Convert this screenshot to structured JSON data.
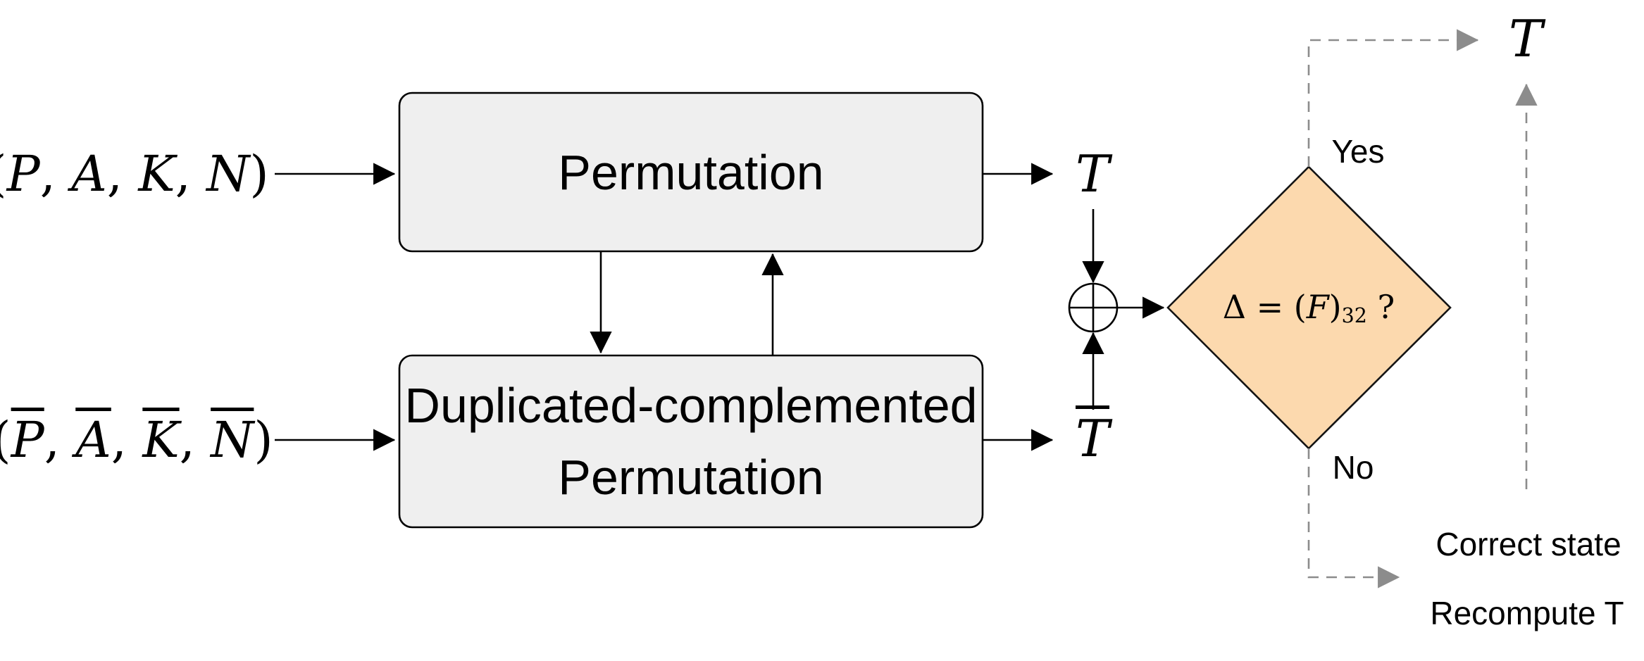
{
  "colors": {
    "box_fill": "#efefef",
    "box_stroke": "#000000",
    "diamond_fill": "#fcd9ae",
    "diamond_stroke": "#141414",
    "dashed_stroke": "#8c8c8c",
    "line_stroke": "#000000",
    "xor_fill": "#ffffff"
  },
  "nodes": {
    "permutation_box": {
      "label": "Permutation"
    },
    "dup_box": {
      "label_line1": "Duplicated-complemented",
      "label_line2": "Permutation"
    },
    "decision": {
      "tokens": [
        {
          "t": "Δ"
        },
        {
          "t": " = ("
        },
        {
          "t": "F",
          "it": true
        },
        {
          "t": ")"
        },
        {
          "t": "32",
          "sub": true
        },
        {
          "t": " ?"
        }
      ]
    },
    "xor": {
      "icon": "xor-circle-plus"
    }
  },
  "labels": {
    "input_top": {
      "tokens": [
        {
          "t": "("
        },
        {
          "t": "P",
          "it": true
        },
        {
          "t": ", "
        },
        {
          "t": "A",
          "it": true
        },
        {
          "t": ", "
        },
        {
          "t": "K",
          "it": true
        },
        {
          "t": ", "
        },
        {
          "t": "N",
          "it": true
        },
        {
          "t": ")"
        }
      ]
    },
    "input_bottom": {
      "tokens": [
        {
          "t": "("
        },
        {
          "t": "P",
          "it": true,
          "bar": true
        },
        {
          "t": ", "
        },
        {
          "t": "A",
          "it": true,
          "bar": true
        },
        {
          "t": ", "
        },
        {
          "t": "K",
          "it": true,
          "bar": true
        },
        {
          "t": ", "
        },
        {
          "t": "N",
          "it": true,
          "bar": true
        },
        {
          "t": ")"
        }
      ]
    },
    "tag_top": {
      "tokens": [
        {
          "t": "T",
          "it": true
        }
      ]
    },
    "tag_bottom": {
      "tokens": [
        {
          "t": "T",
          "it": true,
          "bar": true
        }
      ]
    },
    "tag_final": {
      "tokens": [
        {
          "t": "T",
          "it": true
        }
      ]
    },
    "yes": "Yes",
    "no": "No",
    "correct_state": "Correct state",
    "recompute": "Recompute T"
  }
}
